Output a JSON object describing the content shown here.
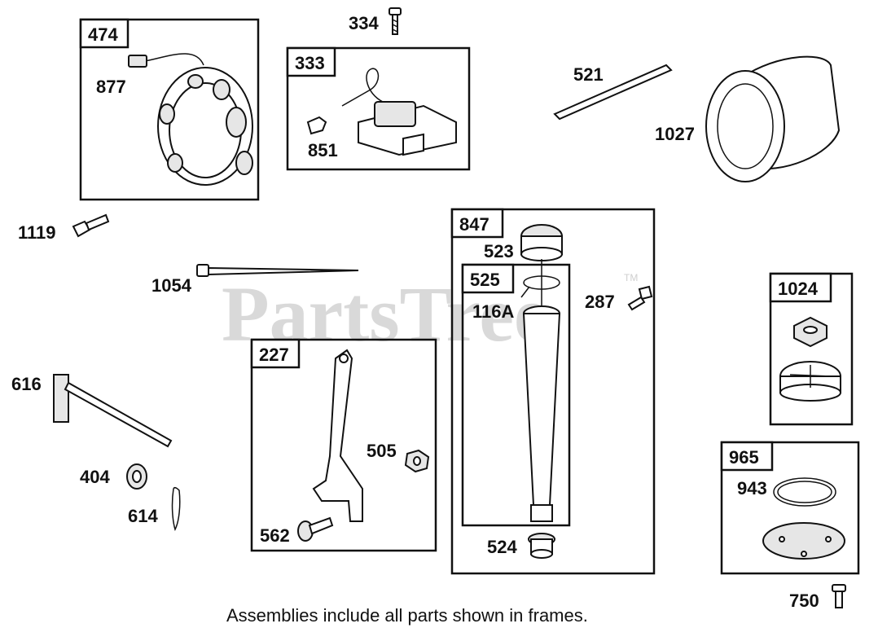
{
  "watermark": {
    "text": "PartsTree",
    "trademark": "TM"
  },
  "footer": {
    "note": "Assemblies include all parts shown in frames."
  },
  "frames": {
    "f474": "474",
    "f333": "333",
    "f847": "847",
    "f525": "525",
    "f227": "227",
    "f1024": "1024",
    "f965": "965"
  },
  "labels": {
    "p334": "334",
    "p877": "877",
    "p851": "851",
    "p521": "521",
    "p1027": "1027",
    "p1119": "1119",
    "p1054": "1054",
    "p523": "523",
    "p116A": "116A",
    "p287": "287",
    "p616": "616",
    "p505": "505",
    "p404": "404",
    "p614": "614",
    "p562": "562",
    "p524": "524",
    "p943": "943",
    "p750": "750"
  }
}
